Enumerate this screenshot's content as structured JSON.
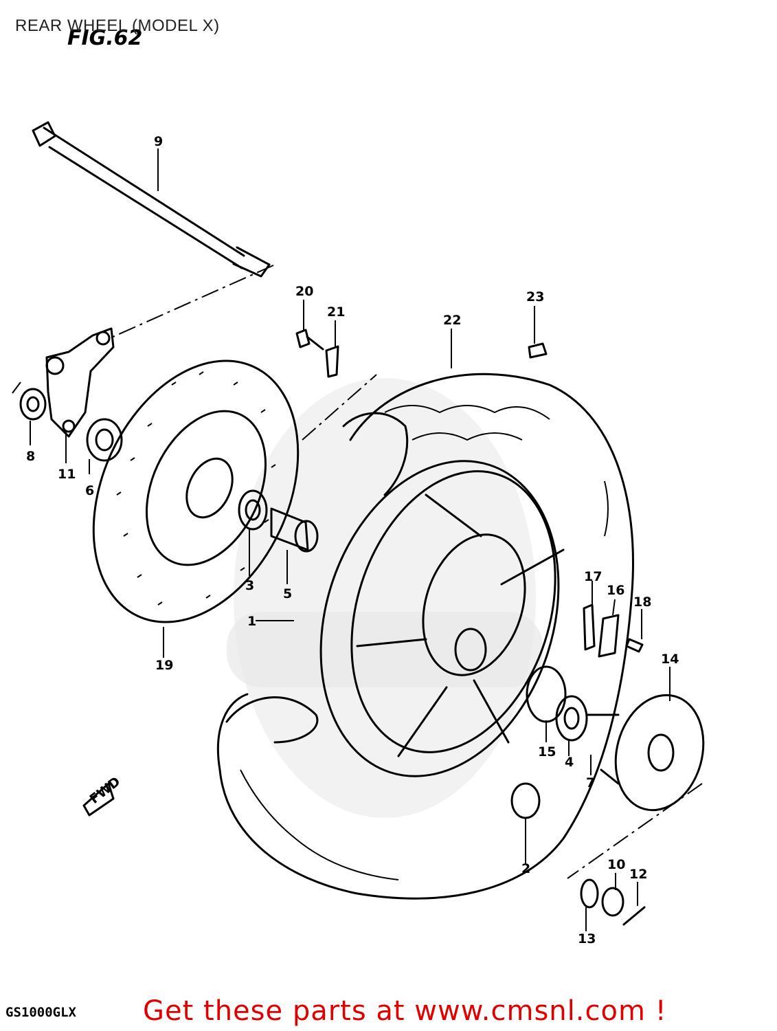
{
  "header": {
    "title": "REAR WHEEL (MODEL X)",
    "figure": "FIG.62"
  },
  "footer": {
    "model_code": "GS1000GLX",
    "cta": "Get these parts at www.cmsnl.com !"
  },
  "fwd_arrow": "FWD",
  "callouts": [
    "1",
    "2",
    "3",
    "4",
    "5",
    "6",
    "7",
    "8",
    "9",
    "10",
    "11",
    "12",
    "13",
    "14",
    "15",
    "16",
    "17",
    "18",
    "19",
    "20",
    "21",
    "22",
    "23"
  ],
  "colors": {
    "accent": "#e00000",
    "line": "#000000"
  }
}
